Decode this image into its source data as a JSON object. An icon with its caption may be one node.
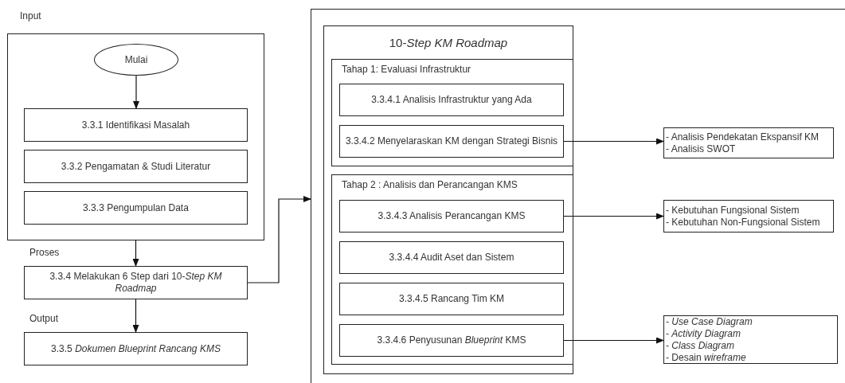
{
  "diagram": {
    "nodes": [
      {
        "text": [],
        "shape": "box",
        "beside": [
          "Input"
        ]
      },
      {
        "text": [
          "Mulai"
        ],
        "in": 0
      },
      {
        "text": [
          "3.3.1 Identifikasi Masalah"
        ],
        "in": 0
      },
      {
        "text": [
          "3.3.2 Pengamatan & Studi Literatur"
        ],
        "in": 0
      },
      {
        "text": [
          "3.3.3 Pengumpulan Data"
        ],
        "in": 0
      },
      {
        "text": [
          "3.3.4 Melakukan 6 Step dari 10-*Step KM Roadmap*"
        ],
        "beside": [
          "Proses"
        ]
      },
      {
        "text": [
          "3.3.5 *Dokumen Blueprint Rancang KMS*"
        ],
        "beside": [
          "Output"
        ]
      },
      {
        "text": [],
        "shape": "box"
      },
      {
        "text": [
          "10-*Step KM Roadmap*"
        ],
        "in": 7
      },
      {
        "text": [
          "Tahap 1: Evaluasi Infrastruktur"
        ],
        "in": 8
      },
      {
        "text": [
          "3.3.4.1 Analisis Infrastruktur yang Ada"
        ],
        "in": 9
      },
      {
        "text": [
          "3.3.4.2 Menyelaraskan KM dengan Strategi Bisnis"
        ],
        "in": 9
      },
      {
        "text": [
          "Tahap 2 : Analisis dan Perancangan KMS"
        ],
        "in": 8
      },
      {
        "text": [
          "3.3.4.3 Analisis Perancangan KMS"
        ],
        "in": 12
      },
      {
        "text": [
          "3.3.4.4 Audit Aset dan Sistem"
        ],
        "in": 12
      },
      {
        "text": [
          "3.3.4.5 Rancang Tim KM"
        ],
        "in": 12
      },
      {
        "text": [
          "3.3.4.6 Penyusunan *Blueprint* KMS"
        ],
        "in": 12
      },
      {
        "text": [
          "- Analisis Pendekatan Ekspansif KM",
          "- Analisis SWOT"
        ],
        "in": 7
      },
      {
        "text": [
          "- Kebutuhan Fungsional Sistem",
          "- Kebutuhan Non-Fungsional Sistem"
        ],
        "in": 7
      },
      {
        "text": [
          "- *Use Case Diagram*",
          "- *Activity Diagram*",
          "- *Class Diagram*",
          "- Desain *wireframe*"
        ],
        "in": 7
      }
    ],
    "edges": [
      {
        "from": 1,
        "to": 2,
        "arrow": "to"
      },
      {
        "from": 0,
        "to": 5,
        "arrow": "to"
      },
      {
        "from": 5,
        "to": 6,
        "arrow": "to"
      },
      {
        "from": 5,
        "to": 7,
        "arrow": "to"
      },
      {
        "from": 11,
        "to": 17,
        "arrow": "to"
      },
      {
        "from": 13,
        "to": 18,
        "arrow": "to"
      },
      {
        "from": 16,
        "to": 19,
        "arrow": "to"
      }
    ]
  }
}
